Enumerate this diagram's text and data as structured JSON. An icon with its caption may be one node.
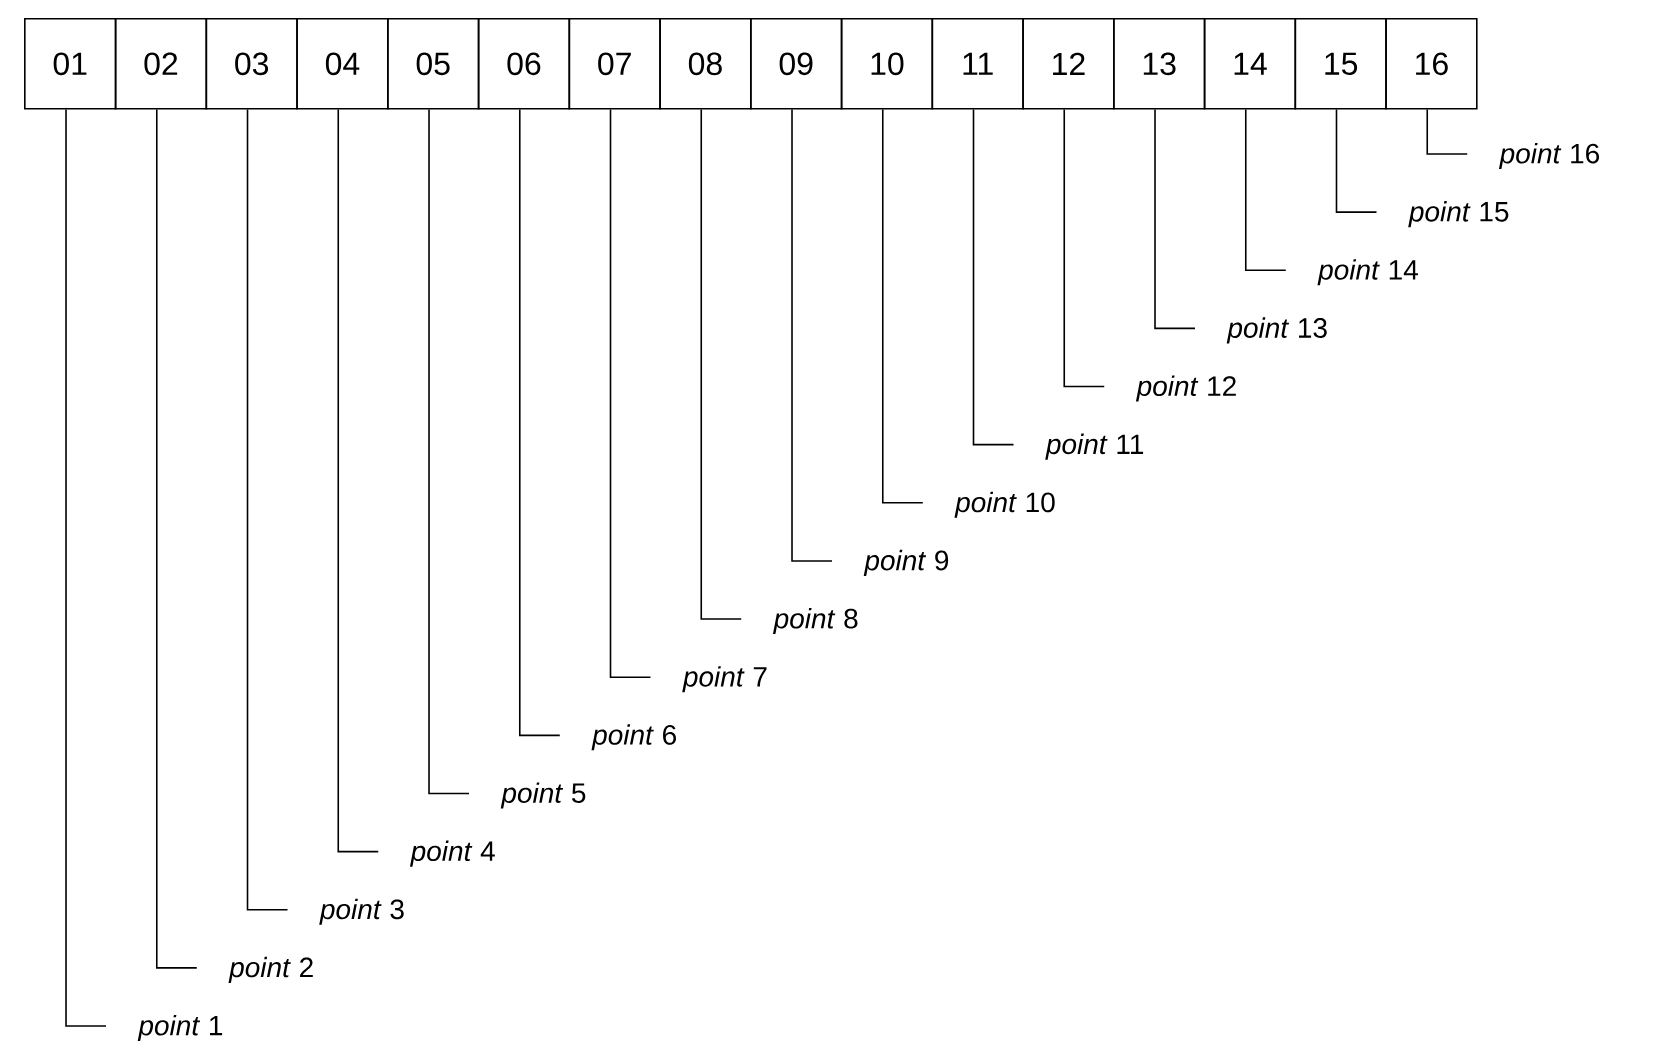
{
  "diagram": {
    "nodes": [
      {
        "text": [
          "01"
        ]
      },
      {
        "text": [
          "02"
        ]
      },
      {
        "text": [
          "03"
        ]
      },
      {
        "text": [
          "04"
        ]
      },
      {
        "text": [
          "05"
        ]
      },
      {
        "text": [
          "06"
        ]
      },
      {
        "text": [
          "07"
        ]
      },
      {
        "text": [
          "08"
        ]
      },
      {
        "text": [
          "09"
        ]
      },
      {
        "text": [
          "10"
        ]
      },
      {
        "text": [
          "11"
        ]
      },
      {
        "text": [
          "12"
        ]
      },
      {
        "text": [
          "13"
        ]
      },
      {
        "text": [
          "14"
        ]
      },
      {
        "text": [
          "15"
        ]
      },
      {
        "text": [
          "16"
        ]
      },
      {
        "text": [
          "*point* 1"
        ]
      },
      {
        "text": [
          "*point* 2"
        ]
      },
      {
        "text": [
          "*point* 3"
        ]
      },
      {
        "text": [
          "*point* 4"
        ]
      },
      {
        "text": [
          "*point* 5"
        ]
      },
      {
        "text": [
          "*point* 6"
        ]
      },
      {
        "text": [
          "*point* 7"
        ]
      },
      {
        "text": [
          "*point* 8"
        ]
      },
      {
        "text": [
          "*point* 9"
        ]
      },
      {
        "text": [
          "*point* 10"
        ]
      },
      {
        "text": [
          "*point* 11"
        ]
      },
      {
        "text": [
          "*point* 12"
        ]
      },
      {
        "text": [
          "*point* 13"
        ]
      },
      {
        "text": [
          "*point* 14"
        ]
      },
      {
        "text": [
          "*point* 15"
        ]
      },
      {
        "text": [
          "*point* 16"
        ]
      }
    ],
    "edges": [
      {
        "from": 0,
        "to": 16,
        "arrow": "none"
      },
      {
        "from": 1,
        "to": 17,
        "arrow": "none"
      },
      {
        "from": 2,
        "to": 18,
        "arrow": "none"
      },
      {
        "from": 3,
        "to": 19,
        "arrow": "none"
      },
      {
        "from": 4,
        "to": 20,
        "arrow": "none"
      },
      {
        "from": 5,
        "to": 21,
        "arrow": "none"
      },
      {
        "from": 6,
        "to": 22,
        "arrow": "none"
      },
      {
        "from": 7,
        "to": 23,
        "arrow": "none"
      },
      {
        "from": 8,
        "to": 24,
        "arrow": "none"
      },
      {
        "from": 9,
        "to": 25,
        "arrow": "none"
      },
      {
        "from": 10,
        "to": 26,
        "arrow": "none"
      },
      {
        "from": 11,
        "to": 27,
        "arrow": "none"
      },
      {
        "from": 12,
        "to": 28,
        "arrow": "none"
      },
      {
        "from": 13,
        "to": 29,
        "arrow": "none"
      },
      {
        "from": 14,
        "to": 30,
        "arrow": "none"
      },
      {
        "from": 15,
        "to": 31,
        "arrow": "none"
      }
    ]
  }
}
